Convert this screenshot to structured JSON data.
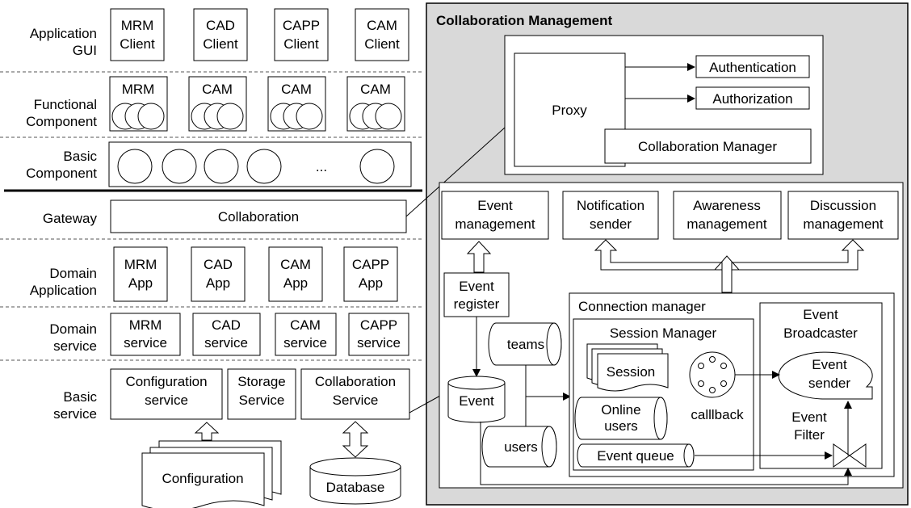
{
  "left": {
    "layers": [
      {
        "label": [
          "Application",
          "GUI"
        ]
      },
      {
        "label": [
          "Functional",
          "Component"
        ]
      },
      {
        "label": [
          "Basic",
          "Component"
        ]
      },
      {
        "label": [
          "Gateway"
        ]
      },
      {
        "label": [
          "Domain",
          "Application"
        ]
      },
      {
        "label": [
          "Domain",
          "service"
        ]
      },
      {
        "label": [
          "Basic",
          "service"
        ]
      }
    ],
    "gui_clients": [
      [
        "MRM",
        "Client"
      ],
      [
        "CAD",
        "Client"
      ],
      [
        "CAPP",
        "Client"
      ],
      [
        "CAM",
        "Client"
      ]
    ],
    "functional_components": [
      "MRM",
      "CAM",
      "CAM",
      "CAM"
    ],
    "basic_component_ellipsis": "...",
    "gateway_box": "Collaboration",
    "domain_apps": [
      [
        "MRM",
        "App"
      ],
      [
        "CAD",
        "App"
      ],
      [
        "CAM",
        "App"
      ],
      [
        "CAPP",
        "App"
      ]
    ],
    "domain_services": [
      [
        "MRM",
        "service"
      ],
      [
        "CAD",
        "service"
      ],
      [
        "CAM",
        "service"
      ],
      [
        "CAPP",
        "service"
      ]
    ],
    "basic_services": [
      [
        "Configuration",
        "service"
      ],
      [
        "Storage",
        "Service"
      ],
      [
        "Collaboration",
        "Service"
      ]
    ],
    "configuration_doc": "Configuration",
    "database": "Database"
  },
  "right": {
    "title": "Collaboration Management",
    "proxy": "Proxy",
    "authentication": "Authentication",
    "authorization": "Authorization",
    "collaboration_manager": "Collaboration Manager",
    "event_management": [
      "Event",
      "management"
    ],
    "notification_sender": [
      "Notification",
      "sender"
    ],
    "awareness_management": [
      "Awareness",
      "management"
    ],
    "discussion_management": [
      "Discussion",
      "management"
    ],
    "event_register": [
      "Event",
      "register"
    ],
    "teams": "teams",
    "event_store": "Event",
    "users": "users",
    "connection_manager": "Connection manager",
    "session_manager": "Session Manager",
    "session": "Session",
    "online_users": [
      "Online",
      "users"
    ],
    "callback": "calllback",
    "event_queue": "Event queue",
    "event_broadcaster": [
      "Event",
      "Broadcaster"
    ],
    "event_sender": [
      "Event",
      "sender"
    ],
    "event_filter": [
      "Event",
      "Filter"
    ]
  },
  "colors": {
    "panel_fill": "#d9d9d9",
    "box_fill": "#ffffff",
    "stroke": "#000000",
    "divider": "#555555"
  }
}
